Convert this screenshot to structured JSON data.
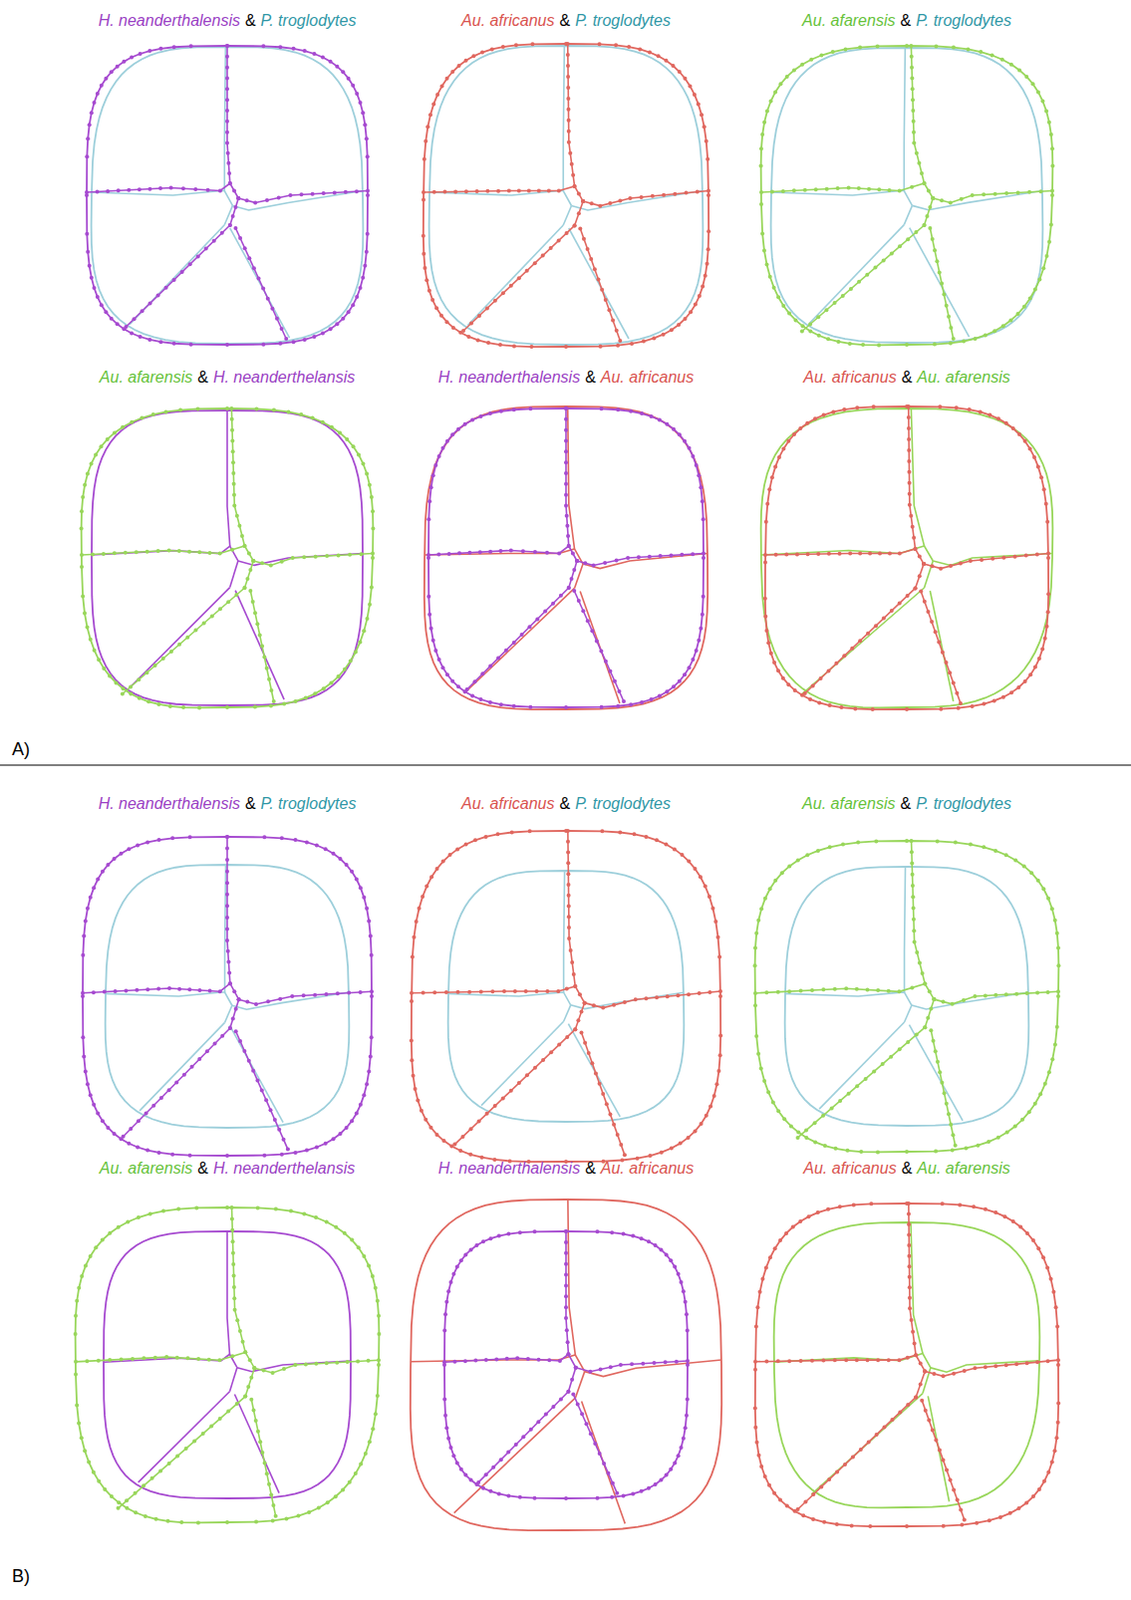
{
  "diagram": {
    "labels": [
      "H. neanderthalensis",
      "&",
      "P. troglodytes",
      "Au. africanus",
      "&",
      "P. troglodytes",
      "Au. afarensis",
      "&",
      "P. troglodytes",
      "Au. afarensis",
      "&",
      "H. neanderthelansis",
      "H. neanderthalensis",
      "&",
      "Au. africanus",
      "Au. africanus",
      "&",
      "Au. afarensis",
      "A)",
      "H. neanderthalensis",
      "&",
      "P. troglodytes",
      "Au. africanus",
      "&",
      "P. troglodytes",
      "Au. afarensis",
      "&",
      "P. troglodytes",
      "Au. afarensis",
      "&",
      "H. neanderthelansis",
      "H. neanderthalensis",
      "&",
      "Au. africanus",
      "Au. africanus",
      "&",
      "Au. afarensis",
      "B)"
    ]
  }
}
